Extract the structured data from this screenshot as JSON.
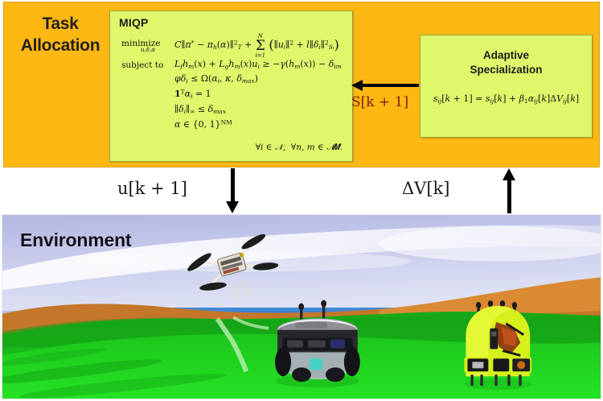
{
  "diagram": {
    "title_block": {
      "label": "Task\nAllocation",
      "label_line1": "Task",
      "label_line2": "Allocation"
    },
    "miqp": {
      "heading": "MIQP",
      "objective_keyword": "minimize",
      "objective_subscript": "u,δ,α",
      "objective": "C‖π* − π_h(α)‖²_T + Σ_{i=1}^{N} ( ‖u_i‖² + l‖δ_i‖²_{S_i} )",
      "subject_keyword": "subject to",
      "constraints": [
        "L_f h_m(x) + L_g h_m(x)u_i ≥ −γ(h_m(x)) − δ_im",
        "Pδ_i ≤ Ω(α_i, κ, δ_max)",
        "1^T α_i = 1",
        "‖δ_i‖_∞ ≤ δ_max",
        "α ∈ {0,1}^{NM}"
      ],
      "quantifier": "∀i ∈ N,  ∀n, m ∈ M."
    },
    "adaptive": {
      "title_line1": "Adaptive",
      "title_line2": "Specialization",
      "equation": "s_ij[k+1] = s_ij[k] + β₁ α_ij[k] ΔV_ij[k]"
    },
    "arrows": {
      "feedback_label": "S[k + 1]",
      "control_label": "u[k + 1]",
      "value_label": "ΔV[k]"
    },
    "environment": {
      "label": "Environment",
      "agents": [
        {
          "name": "quadcopter-drone",
          "color": "#d9d9d9"
        },
        {
          "name": "ground-rover",
          "color": "#b8b8bc"
        },
        {
          "name": "yellow-ground-robot",
          "color": "#d6f024"
        }
      ]
    },
    "colors": {
      "band_orange": "#FDB813",
      "panel_yellow": "#DFF76B",
      "panel_border": "#9aa13a",
      "feedback_text": "#7a1b0b",
      "sky_top": "#b9bde4",
      "sky_band": "#e9ebf7",
      "grass_bright": "#22d822",
      "grass_mid": "#17b517",
      "hill_brown": "#c4762a",
      "sea_blue": "#2f7fd1"
    }
  }
}
